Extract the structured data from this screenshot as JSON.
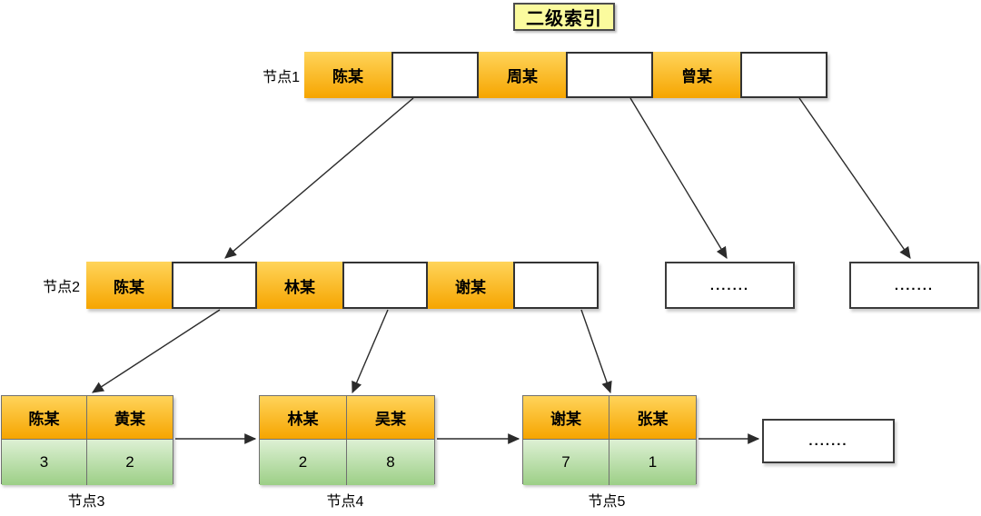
{
  "title": "二级索引",
  "labels": {
    "node1": "节点1",
    "node2": "节点2",
    "node3": "节点3",
    "node4": "节点4",
    "node5": "节点5"
  },
  "node1": {
    "keys": [
      "陈某",
      "周某",
      "曾某"
    ]
  },
  "node2": {
    "keys": [
      "陈某",
      "林某",
      "谢某"
    ]
  },
  "node3": {
    "keys": [
      "陈某",
      "黄某"
    ],
    "values": [
      "3",
      "2"
    ]
  },
  "node4": {
    "keys": [
      "林某",
      "吴某"
    ],
    "values": [
      "2",
      "8"
    ]
  },
  "node5": {
    "keys": [
      "谢某",
      "张某"
    ],
    "values": [
      "7",
      "1"
    ]
  },
  "ellipsis": ".......",
  "colors": {
    "key_cell_gradient_top": "#FFD45A",
    "key_cell_gradient_bottom": "#F6A500",
    "value_cell_gradient_top": "#DDF0D4",
    "value_cell_gradient_bottom": "#9CCF86",
    "title_background": "#FBFB9E",
    "arrow": "#2b2b2b"
  }
}
